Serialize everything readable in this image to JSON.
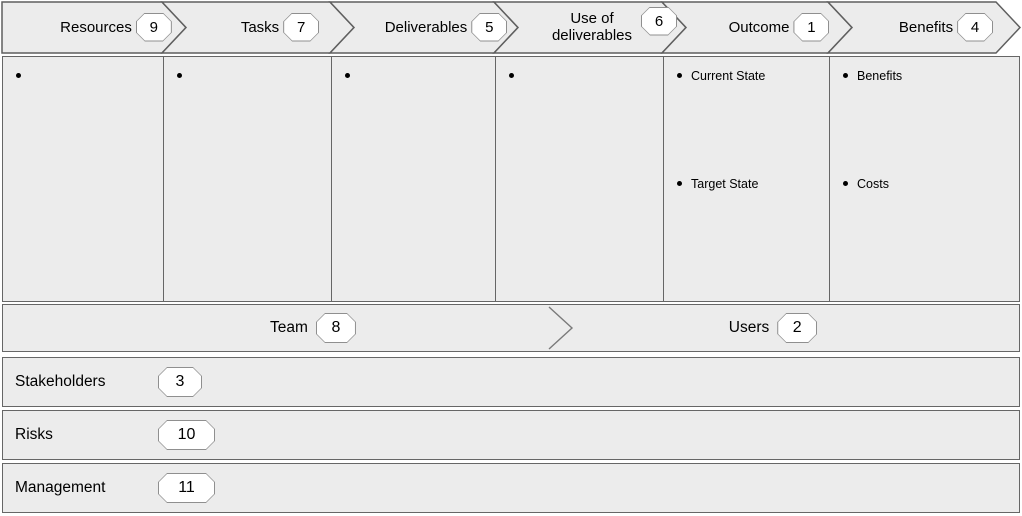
{
  "diagram_type": "project-benefits-canvas",
  "colors": {
    "shape_fill": "#ececec",
    "shape_border": "#666666",
    "badge_fill": "#ffffff",
    "badge_border": "#8f8f8f",
    "text": "#000000"
  },
  "stages": [
    {
      "label": "Resources",
      "number": "9"
    },
    {
      "label": "Tasks",
      "number": "7"
    },
    {
      "label": "Deliverables",
      "number": "5"
    },
    {
      "label": "Use of deliverables",
      "number": "6"
    },
    {
      "label": "Outcome",
      "number": "1"
    },
    {
      "label": "Benefits",
      "number": "4"
    }
  ],
  "columns": {
    "outcome": {
      "items": [
        "Current State",
        "Target State"
      ]
    },
    "benefits": {
      "items": [
        "Benefits",
        "Costs"
      ]
    }
  },
  "middle_band": {
    "team": {
      "label": "Team",
      "number": "8"
    },
    "users": {
      "label": "Users",
      "number": "2"
    }
  },
  "rows": [
    {
      "label": "Stakeholders",
      "number": "3"
    },
    {
      "label": "Risks",
      "number": "10"
    },
    {
      "label": "Management",
      "number": "11"
    }
  ]
}
